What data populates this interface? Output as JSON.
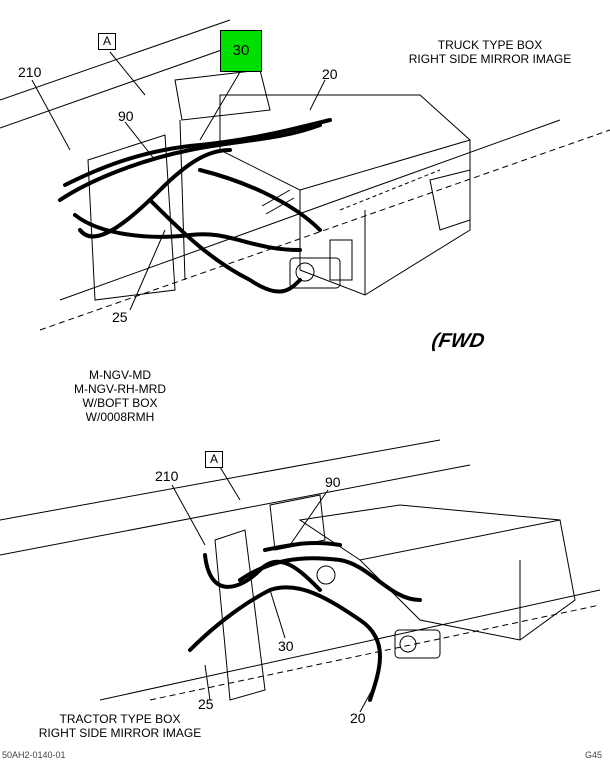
{
  "top_view": {
    "caption_lines": [
      "TRUCK TYPE BOX",
      "RIGHT SIDE MIRROR IMAGE"
    ],
    "view_marker": "A",
    "callouts": {
      "c210": "210",
      "c90": "90",
      "c30": "30",
      "c20": "20",
      "c25": "25"
    },
    "highlight_color": "#00e000"
  },
  "middle": {
    "model_lines": [
      "M-NGV-MD",
      "M-NGV-RH-MRD",
      "W/BOFT BOX",
      "W/0008RMH"
    ],
    "fwd": "FWD"
  },
  "bottom_view": {
    "caption_lines": [
      "TRACTOR TYPE BOX",
      "RIGHT SIDE MIRROR IMAGE"
    ],
    "view_marker": "A",
    "callouts": {
      "c210": "210",
      "c90": "90",
      "c30": "30",
      "c25": "25",
      "c20": "20"
    }
  },
  "footer": {
    "left": "50AH2-0140-01",
    "right": "G45"
  }
}
